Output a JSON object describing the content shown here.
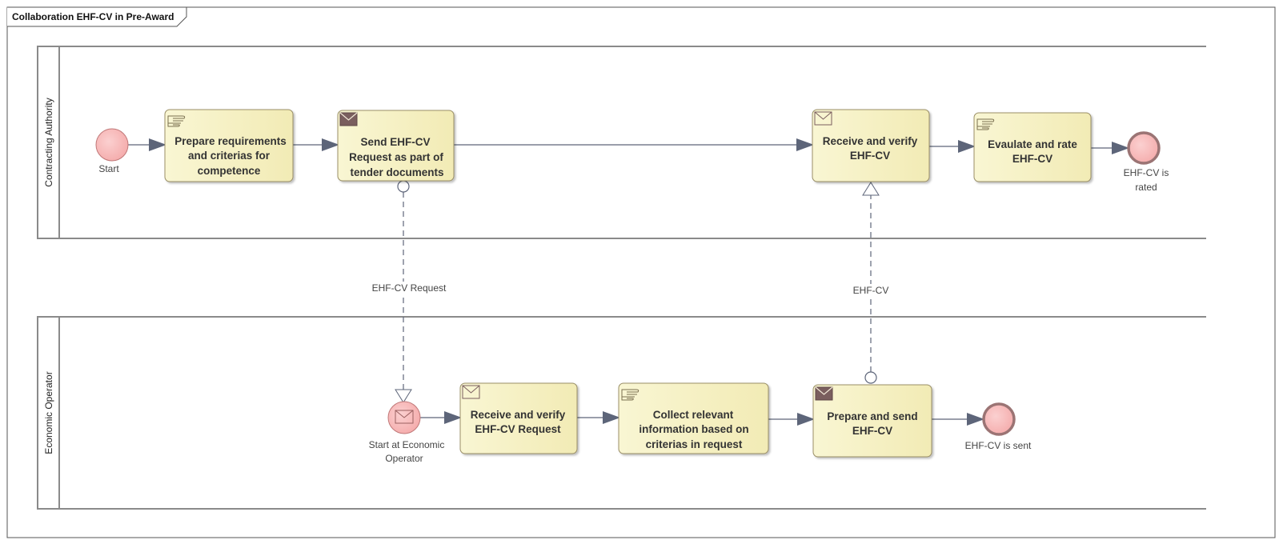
{
  "diagram": {
    "title": "Collaboration EHF-CV in Pre-Award",
    "lanes": {
      "authority": "Contracting Authority",
      "operator": "Economic Operator"
    },
    "tasks": {
      "prepare_requirements": [
        "Prepare requirements",
        "and criterias for",
        "competence"
      ],
      "send_request": [
        "Send EHF-CV",
        "Request as part of",
        "tender documents"
      ],
      "receive_verify_cv": [
        "Receive and verify",
        "EHF-CV"
      ],
      "evaluate_rate": [
        "Evaulate and rate",
        "EHF-CV"
      ],
      "receive_verify_request": [
        "Receive and verify",
        "EHF-CV Request"
      ],
      "collect_information": [
        "Collect relevant",
        "information based on",
        "criterias in request"
      ],
      "prepare_send": [
        "Prepare and send",
        "EHF-CV"
      ]
    },
    "events": {
      "start": "Start",
      "cv_rated": [
        "EHF-CV is",
        "rated"
      ],
      "start_operator": [
        "Start at Economic",
        "Operator"
      ],
      "cv_sent": "EHF-CV is sent"
    },
    "message_flows": {
      "request": "EHF-CV Request",
      "cv": "EHF-CV"
    },
    "colors": {
      "task_fill": "#f7f3c6",
      "task_border": "#9a8f66",
      "start_fill": "#f6b6b6",
      "end_border": "#9b7474",
      "flow_line": "#5d6579",
      "lane_border": "#8a8a8a"
    }
  }
}
